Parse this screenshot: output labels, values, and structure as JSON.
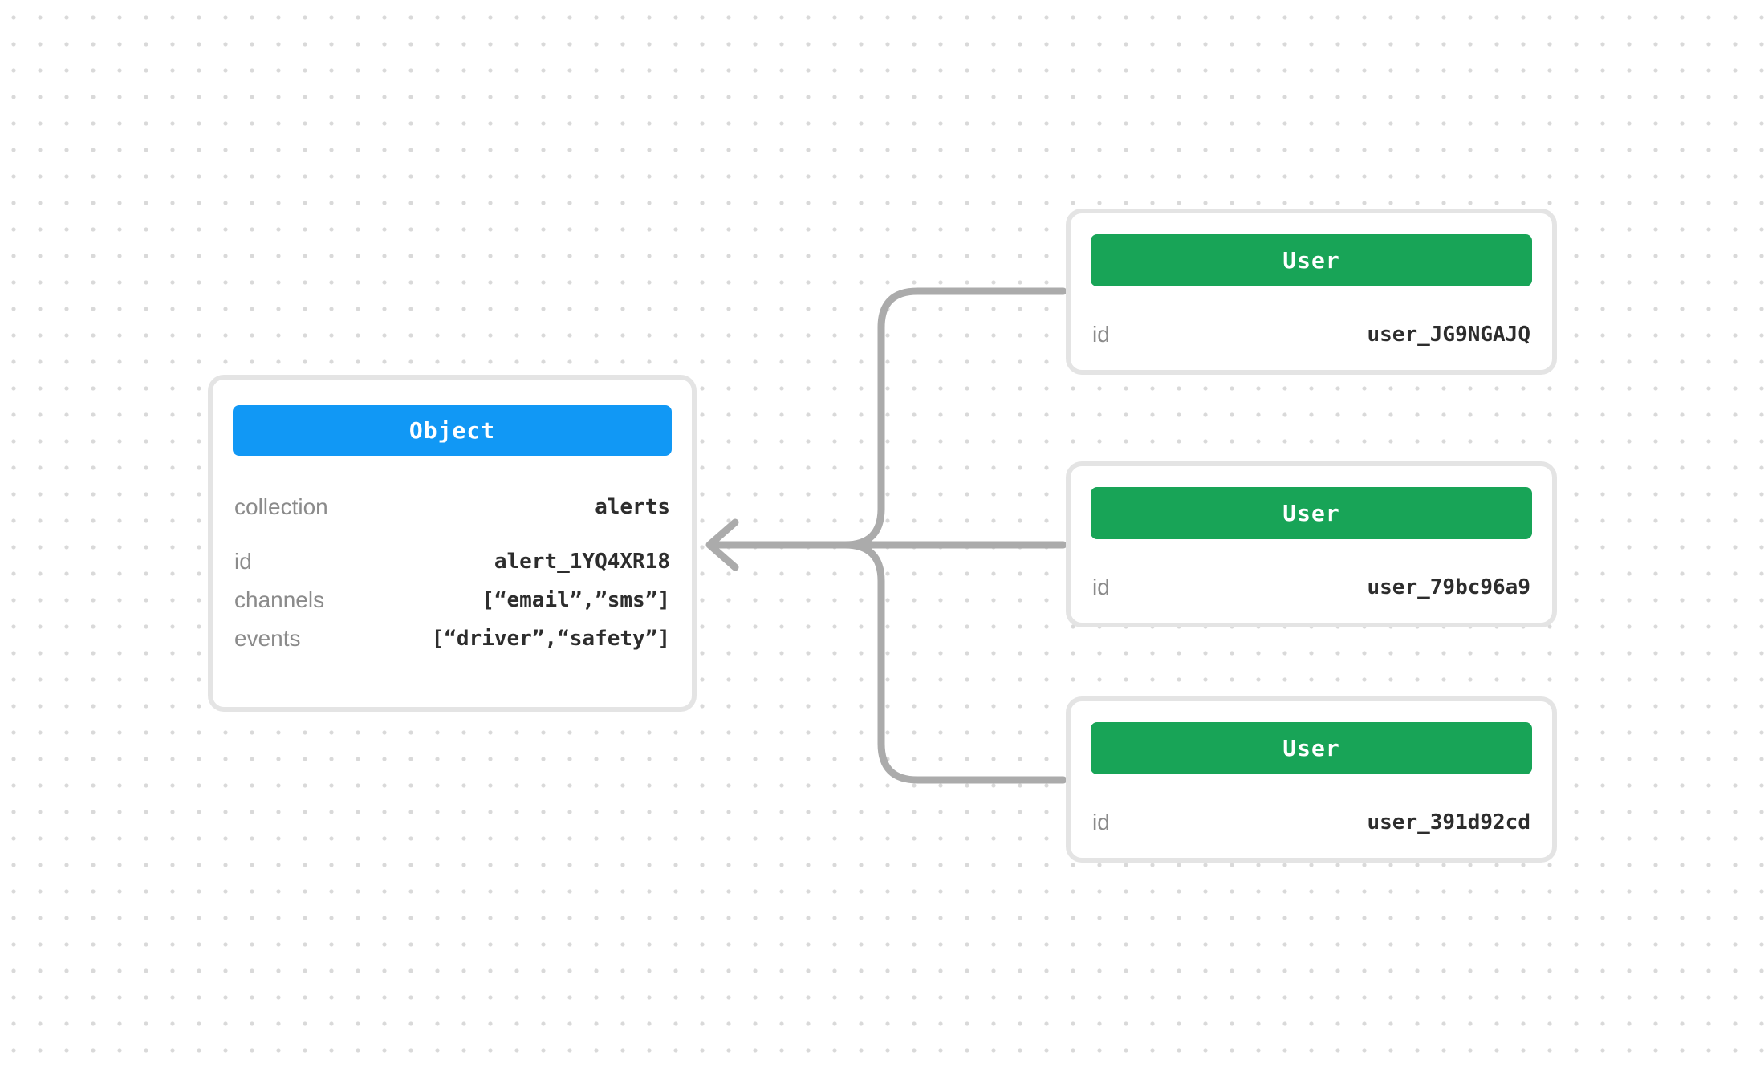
{
  "diagram": {
    "background": {
      "page_color": "#ffffff",
      "dot_color": "#d9d9d9"
    },
    "connector": {
      "color": "#ababab",
      "arrow_direction": "left"
    },
    "card_border_color": "#e4e4e4",
    "label_color": "#8b8b8b",
    "value_color": "#2d2d2d",
    "object_card": {
      "header": {
        "label": "Object",
        "color": "#1198f5"
      },
      "fields": [
        {
          "label": "collection",
          "value": "alerts"
        },
        {
          "label": "id",
          "value": "alert_1YQ4XR18"
        },
        {
          "label": "channels",
          "value": "[“email”,”sms”]"
        },
        {
          "label": "events",
          "value": "[“driver”,“safety”]"
        }
      ]
    },
    "user_cards": [
      {
        "header": {
          "label": "User",
          "color": "#18a457"
        },
        "fields": [
          {
            "label": "id",
            "value": "user_JG9NGAJQ"
          }
        ]
      },
      {
        "header": {
          "label": "User",
          "color": "#18a457"
        },
        "fields": [
          {
            "label": "id",
            "value": "user_79bc96a9"
          }
        ]
      },
      {
        "header": {
          "label": "User",
          "color": "#18a457"
        },
        "fields": [
          {
            "label": "id",
            "value": "user_391d92cd"
          }
        ]
      }
    ]
  }
}
